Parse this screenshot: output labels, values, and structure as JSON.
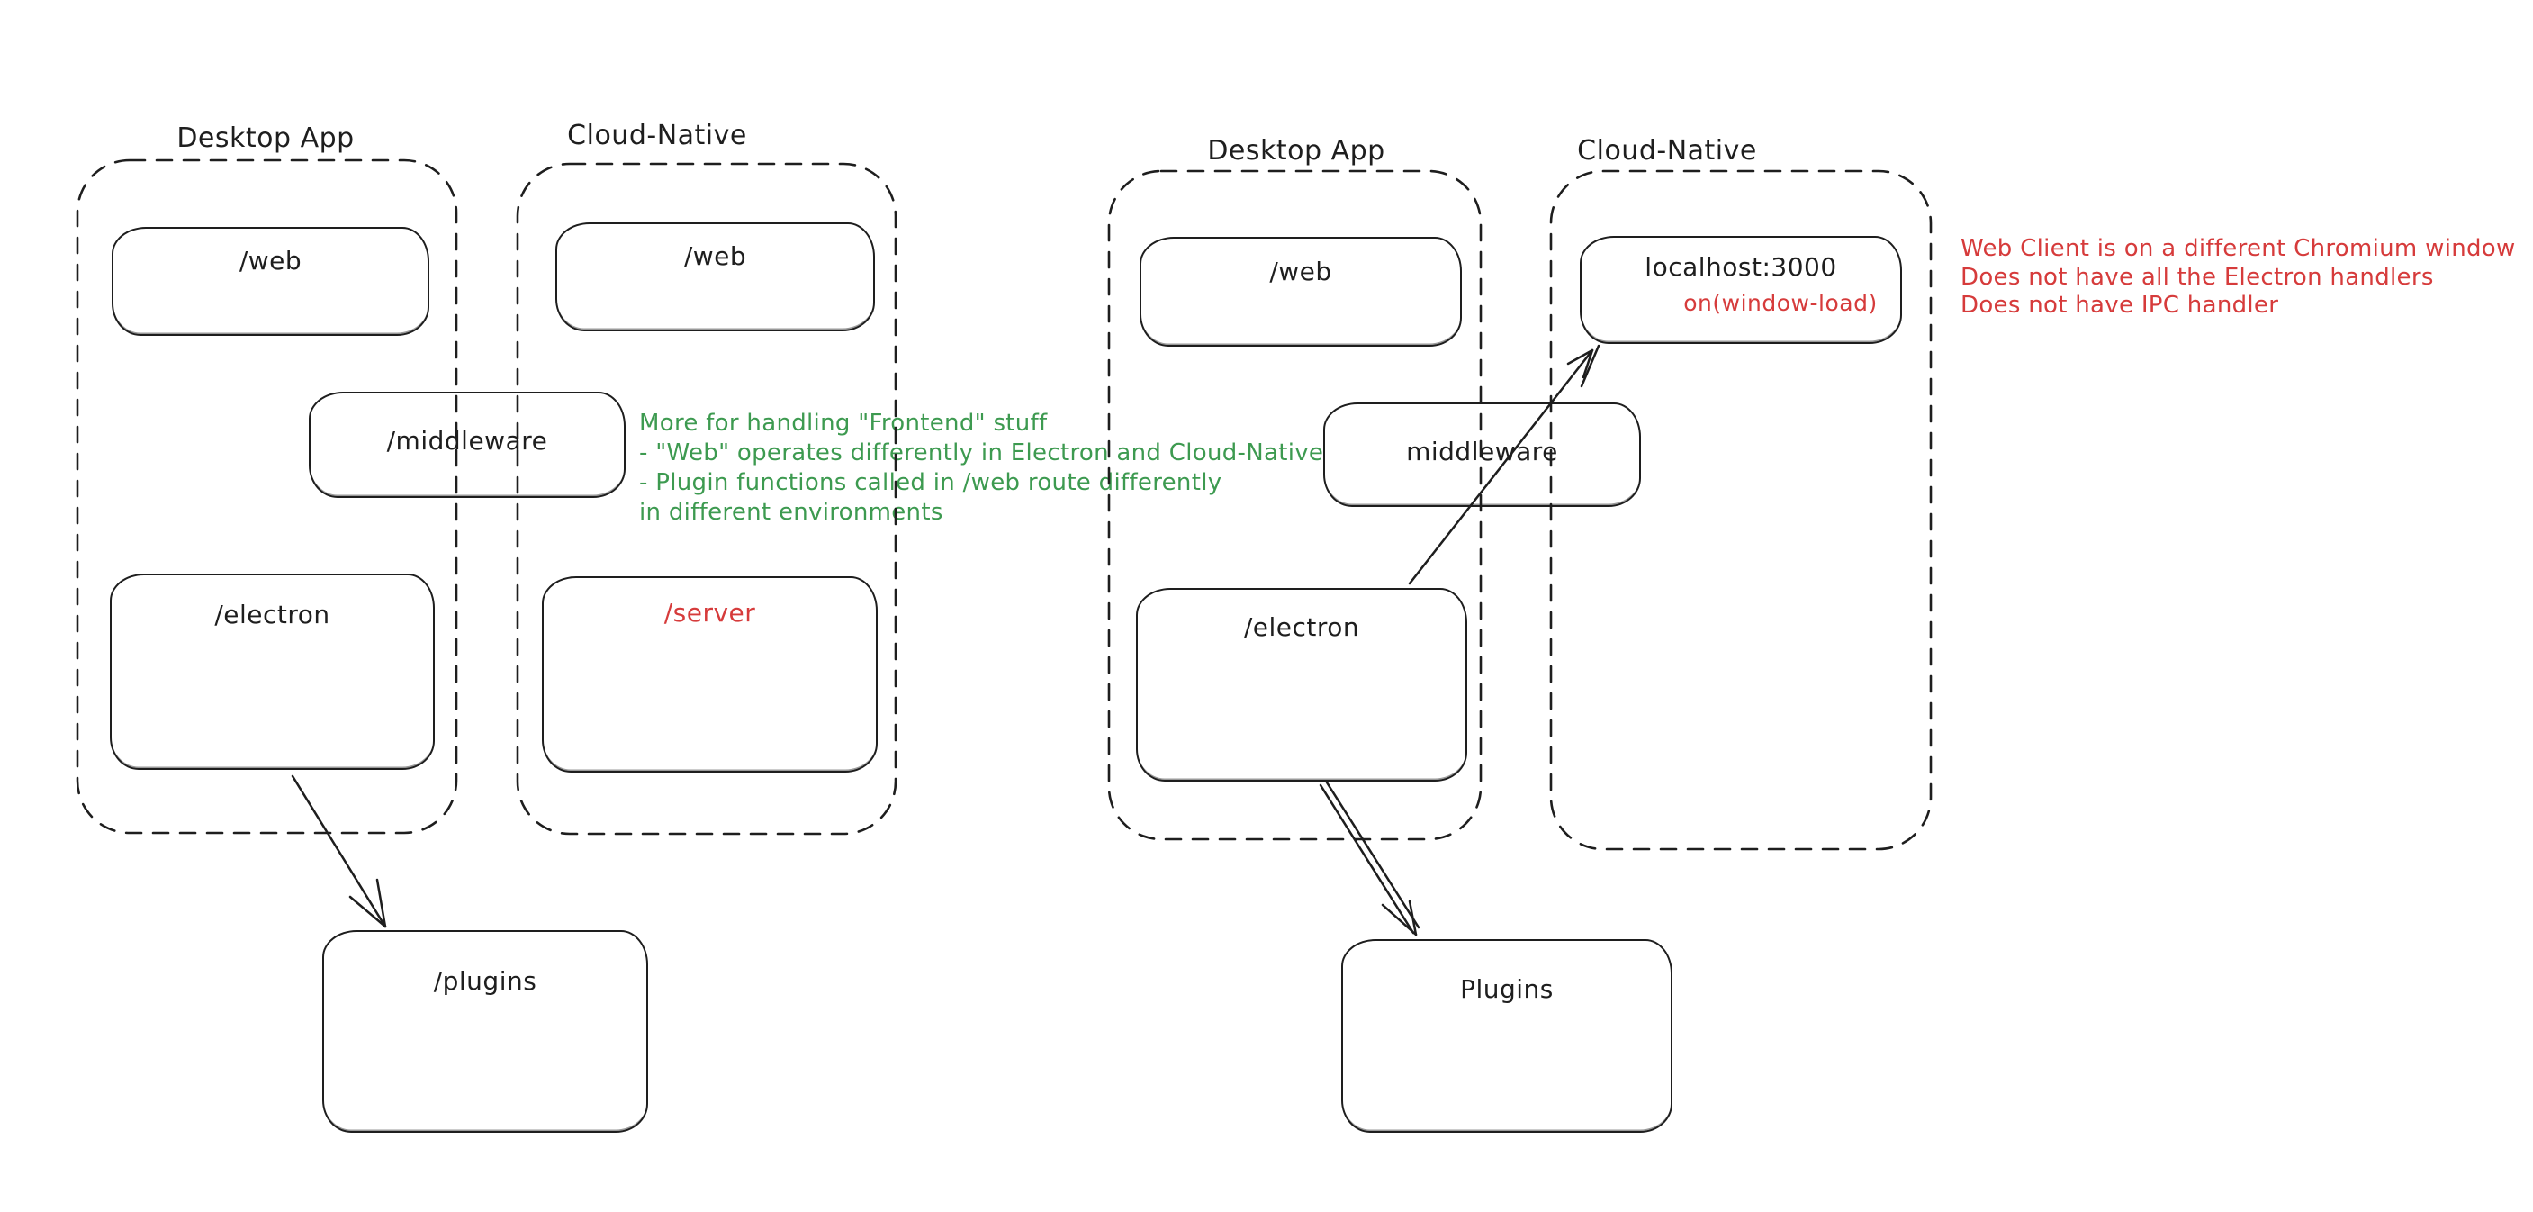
{
  "colors": {
    "stroke": "#1e1e1e",
    "annotation_green": "#3d9a50",
    "annotation_red": "#d63b3b",
    "background": "#ffffff"
  },
  "left_diagram": {
    "desktop_label": "Desktop App",
    "cloud_label": "Cloud-Native",
    "boxes": {
      "web_desktop": "/web",
      "web_cloud": "/web",
      "middleware": "/middleware",
      "electron": "/electron",
      "server": "/server",
      "plugins": "/plugins"
    },
    "annotation": {
      "line1": "More for handling \"Frontend\" stuff",
      "line2": "- \"Web\" operates differently in Electron and Cloud-Native",
      "line3": "- Plugin functions called in /web route differently",
      "line4": "in different environments"
    }
  },
  "right_diagram": {
    "desktop_label": "Desktop App",
    "cloud_label": "Cloud-Native",
    "boxes": {
      "web": "/web",
      "localhost": "localhost:3000",
      "localhost_event": "on(window-load)",
      "middleware": "middleware",
      "electron": "/electron",
      "plugins": "Plugins"
    },
    "annotation": {
      "line1": "Web Client is on a different Chromium window",
      "line2": "Does not have all the Electron handlers",
      "line3": "Does not have IPC handler"
    }
  }
}
